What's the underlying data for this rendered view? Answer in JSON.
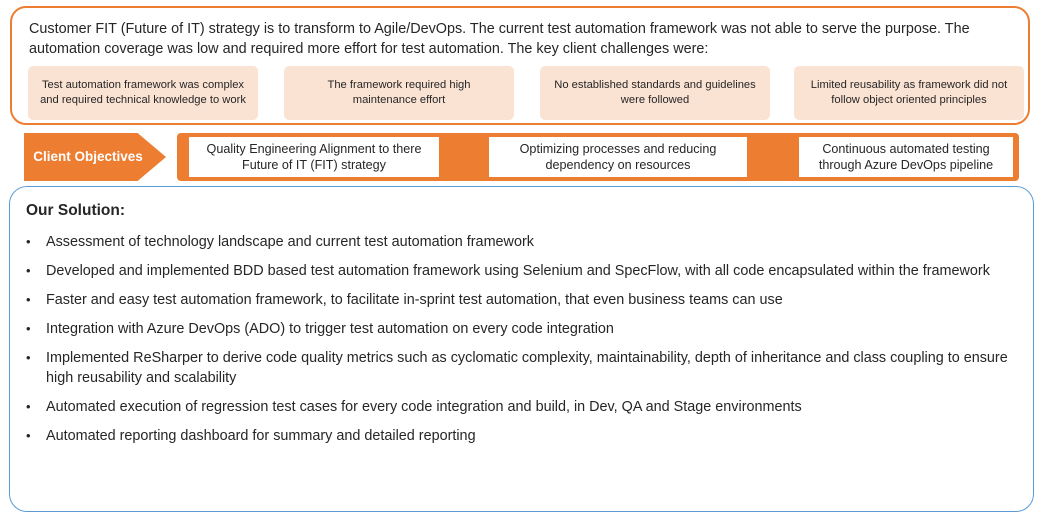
{
  "challenges": {
    "intro": "Customer FIT (Future of IT) strategy is to transform to Agile/DevOps. The current test automation framework was not able to serve the purpose. The automation coverage was low and required more effort for test automation. The key client challenges were:",
    "items": [
      "Test automation framework was complex and required technical knowledge to work",
      "The framework required high maintenance effort",
      "No established standards and guidelines were followed",
      "Limited reusability as framework did not follow object oriented principles"
    ]
  },
  "objectives": {
    "label": "Client Objectives",
    "items": [
      "Quality Engineering Alignment to there Future of IT (FIT) strategy",
      "Optimizing processes and reducing dependency on resources",
      "Continuous automated testing through Azure DevOps pipeline"
    ]
  },
  "solution": {
    "title": "Our Solution:",
    "bullet": "•",
    "items": [
      "Assessment of technology landscape and current test automation framework",
      "Developed and implemented BDD based test automation framework using Selenium and SpecFlow, with all code encapsulated within the framework",
      "Faster and easy test automation framework, to facilitate in-sprint test automation, that even business teams can use",
      "Integration with Azure DevOps (ADO) to trigger test automation on every code integration",
      "Implemented ReSharper to derive code quality metrics such as cyclomatic complexity, maintainability, depth of inheritance and class coupling to ensure high reusability and scalability",
      "Automated execution of regression test cases for every code integration and build, in Dev, QA and Stage environments",
      "Automated reporting dashboard for summary and detailed reporting"
    ]
  },
  "colors": {
    "accent_orange": "#ed7d31",
    "card_peach": "#fbe3d4",
    "border_blue": "#5b9bd5",
    "text": "#262626"
  }
}
